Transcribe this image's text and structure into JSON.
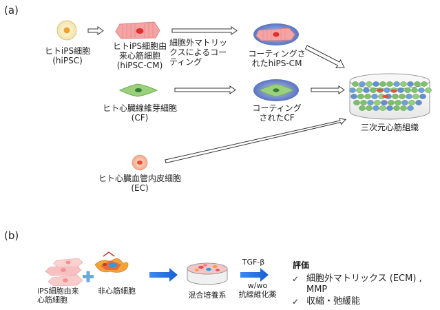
{
  "panel_a": {
    "label": "(a)",
    "hipsc": "ヒトiPS細胞\n(hiPSC)",
    "hipsc_cm": "ヒトiPS細胞由\n来心筋細胞\n(hiPSC-CM)",
    "ecm_coating": "細胞外マトリッ\nクスによるコー\nティング",
    "coated_cm": "コーティングさ\nれたhiPS-CM",
    "cf": "ヒト心臓線維芽細胞\n(CF)",
    "coated_cf": "コーティング\nされたCF",
    "ec": "ヒト心臓血管内皮細胞\n(EC)",
    "tissue": "三次元心筋組織"
  },
  "panel_b": {
    "label": "(b)",
    "ips_cm": "iPS細胞由来\n心筋細胞",
    "plus": "+",
    "non_cm": "非心筋細胞",
    "coculture": "混合培養系",
    "tgf": "TGF-β",
    "wwo": "w/wo\n抗線維化薬",
    "eval_title": "評価",
    "eval_items": [
      "細胞外マトリックス (ECM) ,\nMMP",
      "収縮・弛緩能"
    ],
    "check_mark": "✓"
  },
  "colors": {
    "ips_fill": "#f8efc8",
    "ips_nucleus": "#f0a030",
    "cm_fill": "#f4a4a4",
    "cm_nucleus": "#e03030",
    "coat_fill": "#6f86c8",
    "cf_fill": "#9cd07c",
    "cf_nucleus": "#2e7d32",
    "ec_fill": "#f6b8a0",
    "ec_nucleus": "#e65030",
    "blue_arrow": "#1f6fe0",
    "plus": "#6aa6e8"
  }
}
